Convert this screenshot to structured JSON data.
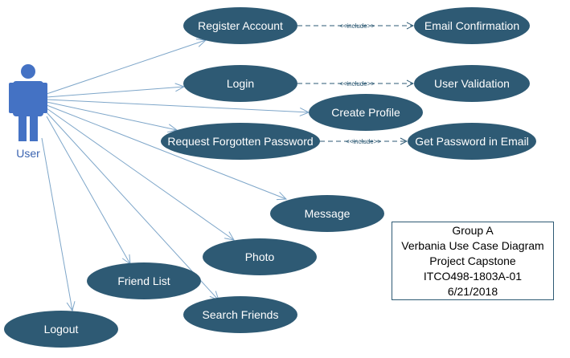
{
  "actor": {
    "label": "User"
  },
  "use_cases": {
    "register_account": "Register Account",
    "email_confirmation": "Email Confirmation",
    "login": "Login",
    "user_validation": "User Validation",
    "create_profile": "Create Profile",
    "request_forgotten_password": "Request Forgotten Password",
    "get_password_in_email": "Get Password in Email",
    "message": "Message",
    "photo": "Photo",
    "friend_list": "Friend List",
    "search_friends": "Search Friends",
    "logout": "Logout"
  },
  "relations": {
    "include_1": "<<include>>",
    "include_2": "<<include>>",
    "include_3": "<<include>>"
  },
  "info_box": {
    "line1": "Group A",
    "line2": "Verbania Use Case Diagram",
    "line3": "Project Capstone",
    "line4": "ITCO498-1803A-01",
    "line5": "6/21/2018"
  },
  "colors": {
    "usecase_fill": "#2e5a74",
    "actor_fill": "#4472c4",
    "association_line": "#7ea6c9"
  }
}
